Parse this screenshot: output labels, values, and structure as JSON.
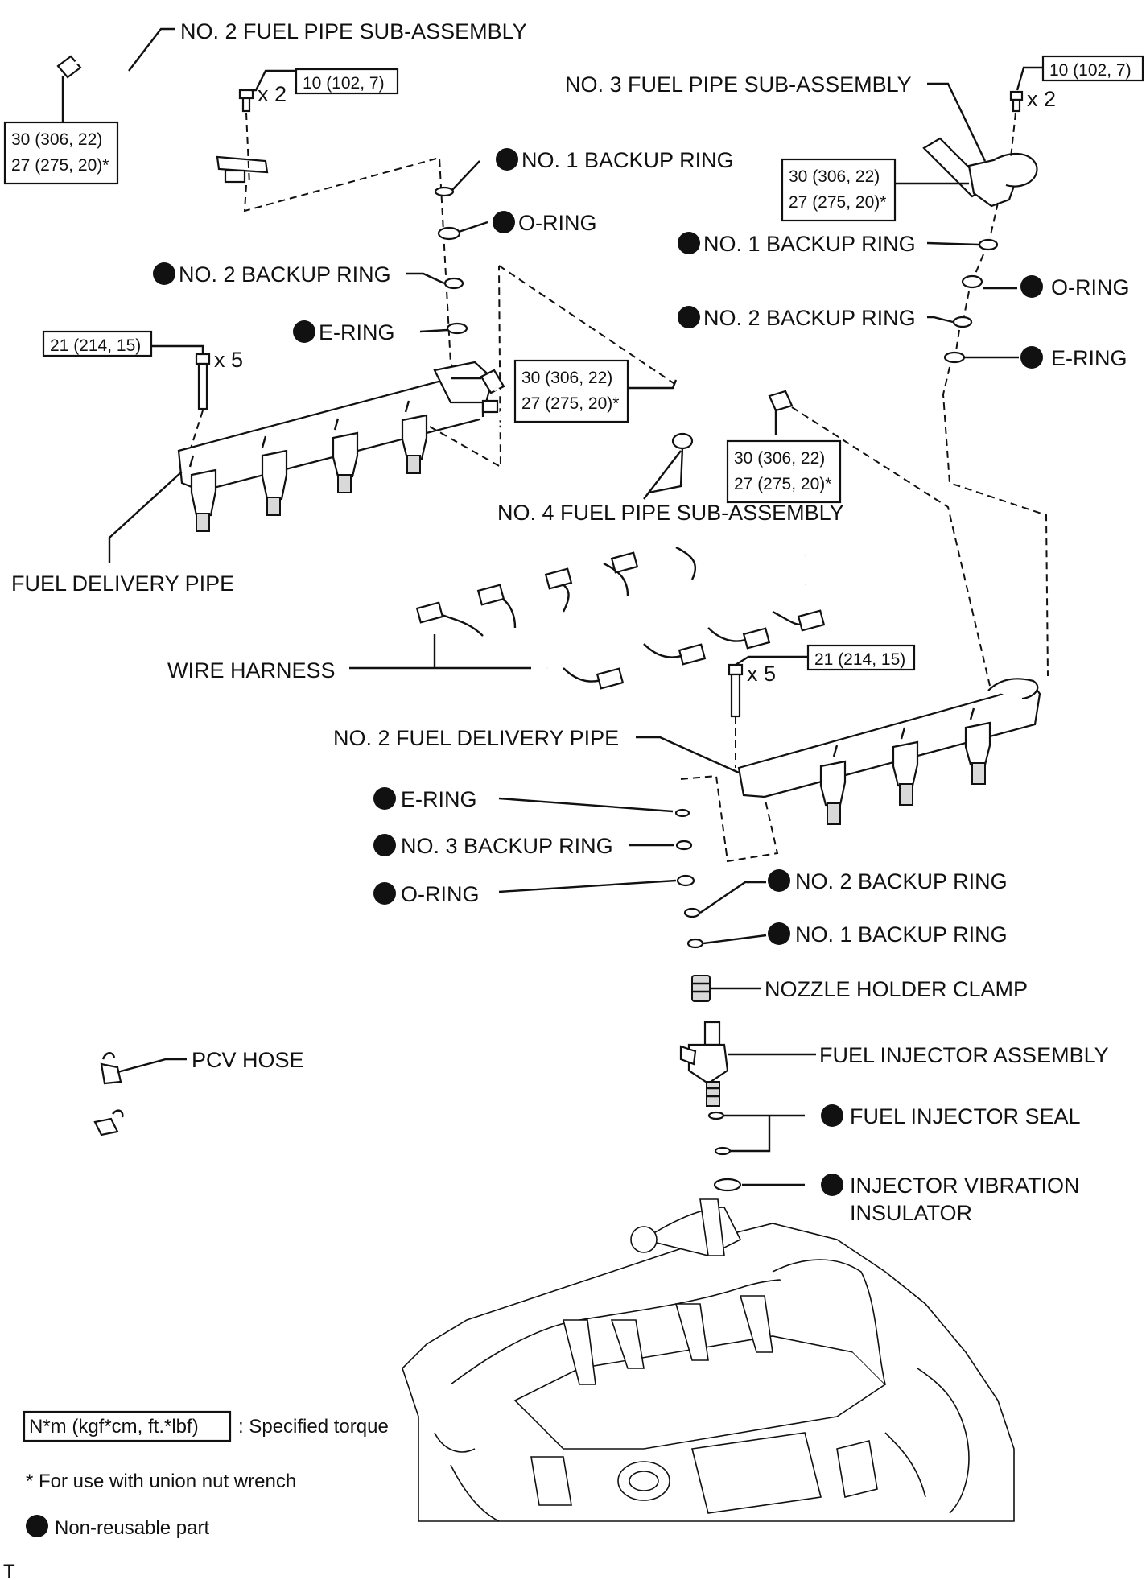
{
  "labels": {
    "no2_fuel_pipe": "NO. 2 FUEL PIPE SUB-ASSEMBLY",
    "no3_fuel_pipe": "NO. 3 FUEL PIPE SUB-ASSEMBLY",
    "no4_fuel_pipe": "NO. 4 FUEL PIPE SUB-ASSEMBLY",
    "no1_backup_ring": "NO. 1 BACKUP RING",
    "no2_backup_ring": "NO. 2 BACKUP RING",
    "no3_backup_ring": "NO. 3 BACKUP RING",
    "o_ring": "O-RING",
    "e_ring": "E-RING",
    "fuel_delivery_pipe": "FUEL DELIVERY PIPE",
    "no2_fuel_delivery_pipe": "NO. 2 FUEL DELIVERY PIPE",
    "wire_harness": "WIRE HARNESS",
    "nozzle_holder_clamp": "NOZZLE HOLDER CLAMP",
    "fuel_injector_assembly": "FUEL INJECTOR ASSEMBLY",
    "fuel_injector_seal": "FUEL INJECTOR SEAL",
    "injector_vibration_insulator_1": "INJECTOR VIBRATION",
    "injector_vibration_insulator_2": "INSULATOR",
    "pcv_hose": "PCV HOSE"
  },
  "torque": {
    "bolt_10": "10 (102, 7)",
    "bolt_21": "21 (214, 15)",
    "union_a": "30 (306, 22)",
    "union_b": "27 (275, 20)*"
  },
  "quantity": {
    "x2": "x 2",
    "x5": "x 5"
  },
  "legend": {
    "torque_unit": "N*m (kgf*cm, ft.*lbf)",
    "torque_desc": ": Specified torque",
    "union_note": "* For use with union nut wrench",
    "non_reusable": "Non-reusable part"
  },
  "corner_mark": "T"
}
